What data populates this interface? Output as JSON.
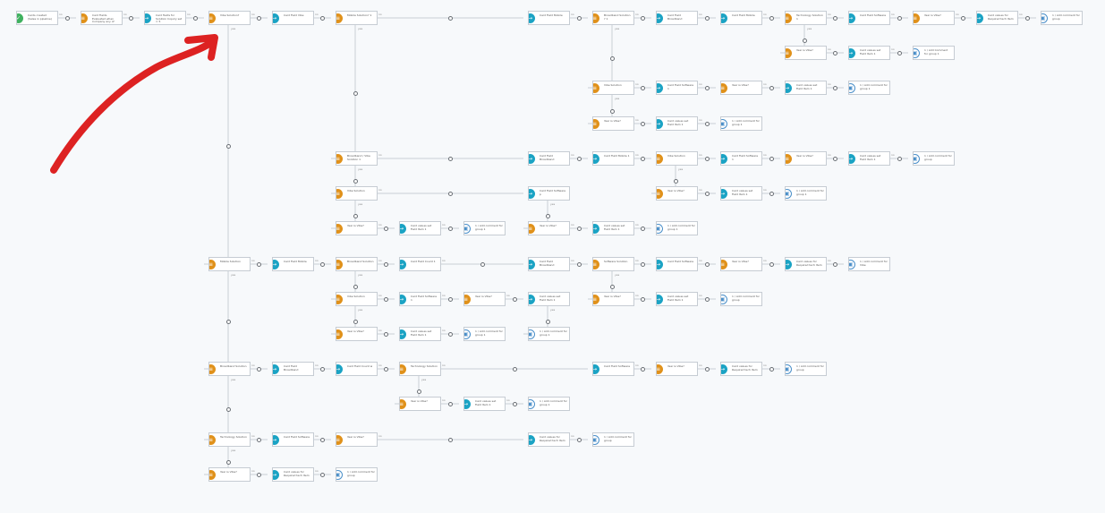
{
  "canvas": {
    "background": "#f7f9fb",
    "line_color": "#c9cfd6",
    "annotation_color": "#dd2222"
  },
  "colors": {
    "start": "#3fb15f",
    "condition": "#e0911a",
    "action": "#1ba3c4",
    "reference": "#4a8fc9"
  },
  "edge_labels": {
    "yes": "yes",
    "no": "no"
  },
  "nodes": [
    {
      "id": "n01",
      "kind": "start",
      "icon": "check-icon",
      "label": "Cards created (Sales in pipeline)"
    },
    {
      "id": "n02",
      "kind": "condition",
      "icon": "condition-icon",
      "label": "Card Fields Evaluated when Company any of"
    },
    {
      "id": "n03",
      "kind": "action",
      "icon": "arrow-icon",
      "label": "Card fields for Solution Inquiry set = 5"
    },
    {
      "id": "n04",
      "kind": "condition",
      "icon": "condition-icon",
      "label": "Vibe Solution?"
    },
    {
      "id": "n05",
      "kind": "action",
      "icon": "arrow-icon",
      "label": "Card Field Vibe"
    },
    {
      "id": "n06",
      "kind": "condition",
      "icon": "condition-icon",
      "label": "Mobile Solution? 1"
    },
    {
      "id": "n07",
      "kind": "action",
      "icon": "arrow-icon",
      "label": "Card Field Mobile"
    },
    {
      "id": "n08",
      "kind": "condition",
      "icon": "condition-icon",
      "label": "Broadband Solution ? 1"
    },
    {
      "id": "n09",
      "kind": "action",
      "icon": "arrow-icon",
      "label": "Card Field Broadband"
    },
    {
      "id": "n10",
      "kind": "action",
      "icon": "arrow-icon",
      "label": "Card Field Mobile"
    },
    {
      "id": "n11",
      "kind": "condition",
      "icon": "condition-icon",
      "label": "Technology Solution 1"
    },
    {
      "id": "n12",
      "kind": "action",
      "icon": "arrow-icon",
      "label": "Card Field Software"
    },
    {
      "id": "n13",
      "kind": "condition",
      "icon": "condition-icon",
      "label": "Year is Vibe?"
    },
    {
      "id": "n14",
      "kind": "action",
      "icon": "arrow-icon",
      "label": "Card values for Required tech Item"
    },
    {
      "id": "n15",
      "kind": "reference",
      "icon": "reference-icon",
      "label": "1 / Add comment for group"
    },
    {
      "id": "n16",
      "kind": "condition",
      "icon": "condition-icon",
      "label": "Year is Vibe?"
    },
    {
      "id": "n17",
      "kind": "action",
      "icon": "arrow-icon",
      "label": "Card values set Field Item 1"
    },
    {
      "id": "n18",
      "kind": "reference",
      "icon": "reference-icon",
      "label": "1 / Add Comment for group 1"
    },
    {
      "id": "n19",
      "kind": "condition",
      "icon": "condition-icon",
      "label": "Vibe Solution"
    },
    {
      "id": "n20",
      "kind": "action",
      "icon": "arrow-icon",
      "label": "Card Field Software 1"
    },
    {
      "id": "n21",
      "kind": "condition",
      "icon": "condition-icon",
      "label": "Year is Vibe?"
    },
    {
      "id": "n22",
      "kind": "action",
      "icon": "arrow-icon",
      "label": "Card values set Field Item 1"
    },
    {
      "id": "n23",
      "kind": "reference",
      "icon": "reference-icon",
      "label": "1 / Add comment for group 1"
    },
    {
      "id": "n24",
      "kind": "condition",
      "icon": "condition-icon",
      "label": "Year is Vibe?"
    },
    {
      "id": "n25",
      "kind": "action",
      "icon": "arrow-icon",
      "label": "Card values set Field Item 1"
    },
    {
      "id": "n26",
      "kind": "reference",
      "icon": "reference-icon",
      "label": "1 / Add comment for group 1"
    },
    {
      "id": "n27",
      "kind": "condition",
      "icon": "condition-icon",
      "label": "Broadband / Vibe Solution 1"
    },
    {
      "id": "n28",
      "kind": "action",
      "icon": "arrow-icon",
      "label": "Card Field Broadband"
    },
    {
      "id": "n29",
      "kind": "action",
      "icon": "arrow-icon",
      "label": "Card Field Mobile 1"
    },
    {
      "id": "n30",
      "kind": "condition",
      "icon": "condition-icon",
      "label": "Vibe Solution"
    },
    {
      "id": "n31",
      "kind": "action",
      "icon": "arrow-icon",
      "label": "Card Field Software 1"
    },
    {
      "id": "n32",
      "kind": "condition",
      "icon": "condition-icon",
      "label": "Year is Vibe?"
    },
    {
      "id": "n33",
      "kind": "action",
      "icon": "arrow-icon",
      "label": "Card values set Field Item 1"
    },
    {
      "id": "n34",
      "kind": "reference",
      "icon": "reference-icon",
      "label": "1 / Add comment for group"
    },
    {
      "id": "n35",
      "kind": "condition",
      "icon": "condition-icon",
      "label": "Vibe Solution"
    },
    {
      "id": "n36",
      "kind": "action",
      "icon": "arrow-icon",
      "label": "Card Field Software p"
    },
    {
      "id": "n37",
      "kind": "condition",
      "icon": "condition-icon",
      "label": "Year is Vibe?"
    },
    {
      "id": "n38",
      "kind": "action",
      "icon": "arrow-icon",
      "label": "Card values set Field Item 1"
    },
    {
      "id": "n39",
      "kind": "reference",
      "icon": "reference-icon",
      "label": "1 / Add comment for group 1"
    },
    {
      "id": "n40",
      "kind": "condition",
      "icon": "condition-icon",
      "label": "Year is Vibe?"
    },
    {
      "id": "n41",
      "kind": "action",
      "icon": "arrow-icon",
      "label": "Card values set Field Item 1"
    },
    {
      "id": "n42",
      "kind": "reference",
      "icon": "reference-icon",
      "label": "1 / Add comment for group 1"
    },
    {
      "id": "n43",
      "kind": "condition",
      "icon": "condition-icon",
      "label": "Year is Vibe?"
    },
    {
      "id": "n44",
      "kind": "action",
      "icon": "arrow-icon",
      "label": "Card values set Field Item 1"
    },
    {
      "id": "n45",
      "kind": "reference",
      "icon": "reference-icon",
      "label": "1 / Add comment for group 1"
    },
    {
      "id": "n46",
      "kind": "condition",
      "icon": "condition-icon",
      "label": "Mobile Solution"
    },
    {
      "id": "n47",
      "kind": "action",
      "icon": "arrow-icon",
      "label": "Card Field Mobile"
    },
    {
      "id": "n48",
      "kind": "condition",
      "icon": "condition-icon",
      "label": "Broadband Solution"
    },
    {
      "id": "n49",
      "kind": "action",
      "icon": "arrow-icon",
      "label": "Card Field Count 1"
    },
    {
      "id": "n50",
      "kind": "action",
      "icon": "arrow-icon",
      "label": "Card Field Broadband"
    },
    {
      "id": "n51",
      "kind": "condition",
      "icon": "condition-icon",
      "label": "Software Solution"
    },
    {
      "id": "n52",
      "kind": "action",
      "icon": "arrow-icon",
      "label": "Card Field Software"
    },
    {
      "id": "n53",
      "kind": "condition",
      "icon": "condition-icon",
      "label": "Year is Vibe?"
    },
    {
      "id": "n54",
      "kind": "action",
      "icon": "arrow-icon",
      "label": "Card values for Required tech Item"
    },
    {
      "id": "n55",
      "kind": "reference",
      "icon": "reference-icon",
      "label": "1 / Add comment for Vibe"
    },
    {
      "id": "n56",
      "kind": "condition",
      "icon": "condition-icon",
      "label": "Vibe Solution"
    },
    {
      "id": "n57",
      "kind": "action",
      "icon": "arrow-icon",
      "label": "Card Field Software 1"
    },
    {
      "id": "n58",
      "kind": "condition",
      "icon": "condition-icon",
      "label": "Year is Vibe?"
    },
    {
      "id": "n59",
      "kind": "action",
      "icon": "arrow-icon",
      "label": "Card values set Field Item 1"
    },
    {
      "id": "n60",
      "kind": "condition",
      "icon": "condition-icon",
      "label": "Year is Vibe?"
    },
    {
      "id": "n61",
      "kind": "action",
      "icon": "arrow-icon",
      "label": "Card values set Field Item 1"
    },
    {
      "id": "n62",
      "kind": "reference",
      "icon": "reference-icon",
      "label": "1 / Add comment for group"
    },
    {
      "id": "n63",
      "kind": "condition",
      "icon": "condition-icon",
      "label": "Year is Vibe?"
    },
    {
      "id": "n64",
      "kind": "action",
      "icon": "arrow-icon",
      "label": "Card values set Field Item 1"
    },
    {
      "id": "n65",
      "kind": "reference",
      "icon": "reference-icon",
      "label": "1 / Add comment for group 1"
    },
    {
      "id": "n66",
      "kind": "reference",
      "icon": "reference-icon",
      "label": "1 / Add comment for group 1"
    },
    {
      "id": "n67",
      "kind": "condition",
      "icon": "condition-icon",
      "label": "Broadband Solution"
    },
    {
      "id": "n68",
      "kind": "action",
      "icon": "arrow-icon",
      "label": "Card Field Broadband"
    },
    {
      "id": "n69",
      "kind": "action",
      "icon": "arrow-icon",
      "label": "Card Field Count w"
    },
    {
      "id": "n70",
      "kind": "condition",
      "icon": "condition-icon",
      "label": "Technology Solution"
    },
    {
      "id": "n71",
      "kind": "action",
      "icon": "arrow-icon",
      "label": "Card Field Software"
    },
    {
      "id": "n72",
      "kind": "condition",
      "icon": "condition-icon",
      "label": "Year is Vibe?"
    },
    {
      "id": "n73",
      "kind": "action",
      "icon": "arrow-icon",
      "label": "Card values for Required tech Item"
    },
    {
      "id": "n74",
      "kind": "reference",
      "icon": "reference-icon",
      "label": "1 / Add comment for group"
    },
    {
      "id": "n75",
      "kind": "condition",
      "icon": "condition-icon",
      "label": "Year is Vibe?"
    },
    {
      "id": "n76",
      "kind": "action",
      "icon": "arrow-icon",
      "label": "Card values set Field Item 1"
    },
    {
      "id": "n77",
      "kind": "reference",
      "icon": "reference-icon",
      "label": "1 / Add comment for group 1"
    },
    {
      "id": "n78",
      "kind": "condition",
      "icon": "condition-icon",
      "label": "Technology Solution"
    },
    {
      "id": "n79",
      "kind": "action",
      "icon": "arrow-icon",
      "label": "Card Field Software"
    },
    {
      "id": "n80",
      "kind": "condition",
      "icon": "condition-icon",
      "label": "Year is Vibe?"
    },
    {
      "id": "n81",
      "kind": "action",
      "icon": "arrow-icon",
      "label": "Card values for Required tech Item"
    },
    {
      "id": "n82",
      "kind": "reference",
      "icon": "reference-icon",
      "label": "1 / Add comment for group"
    },
    {
      "id": "n83",
      "kind": "condition",
      "icon": "condition-icon",
      "label": "Year is Vibe?"
    },
    {
      "id": "n84",
      "kind": "action",
      "icon": "arrow-icon",
      "label": "Card values for Required tech Item"
    },
    {
      "id": "n85",
      "kind": "reference",
      "icon": "reference-icon",
      "label": "1 / Add comment for group"
    }
  ]
}
